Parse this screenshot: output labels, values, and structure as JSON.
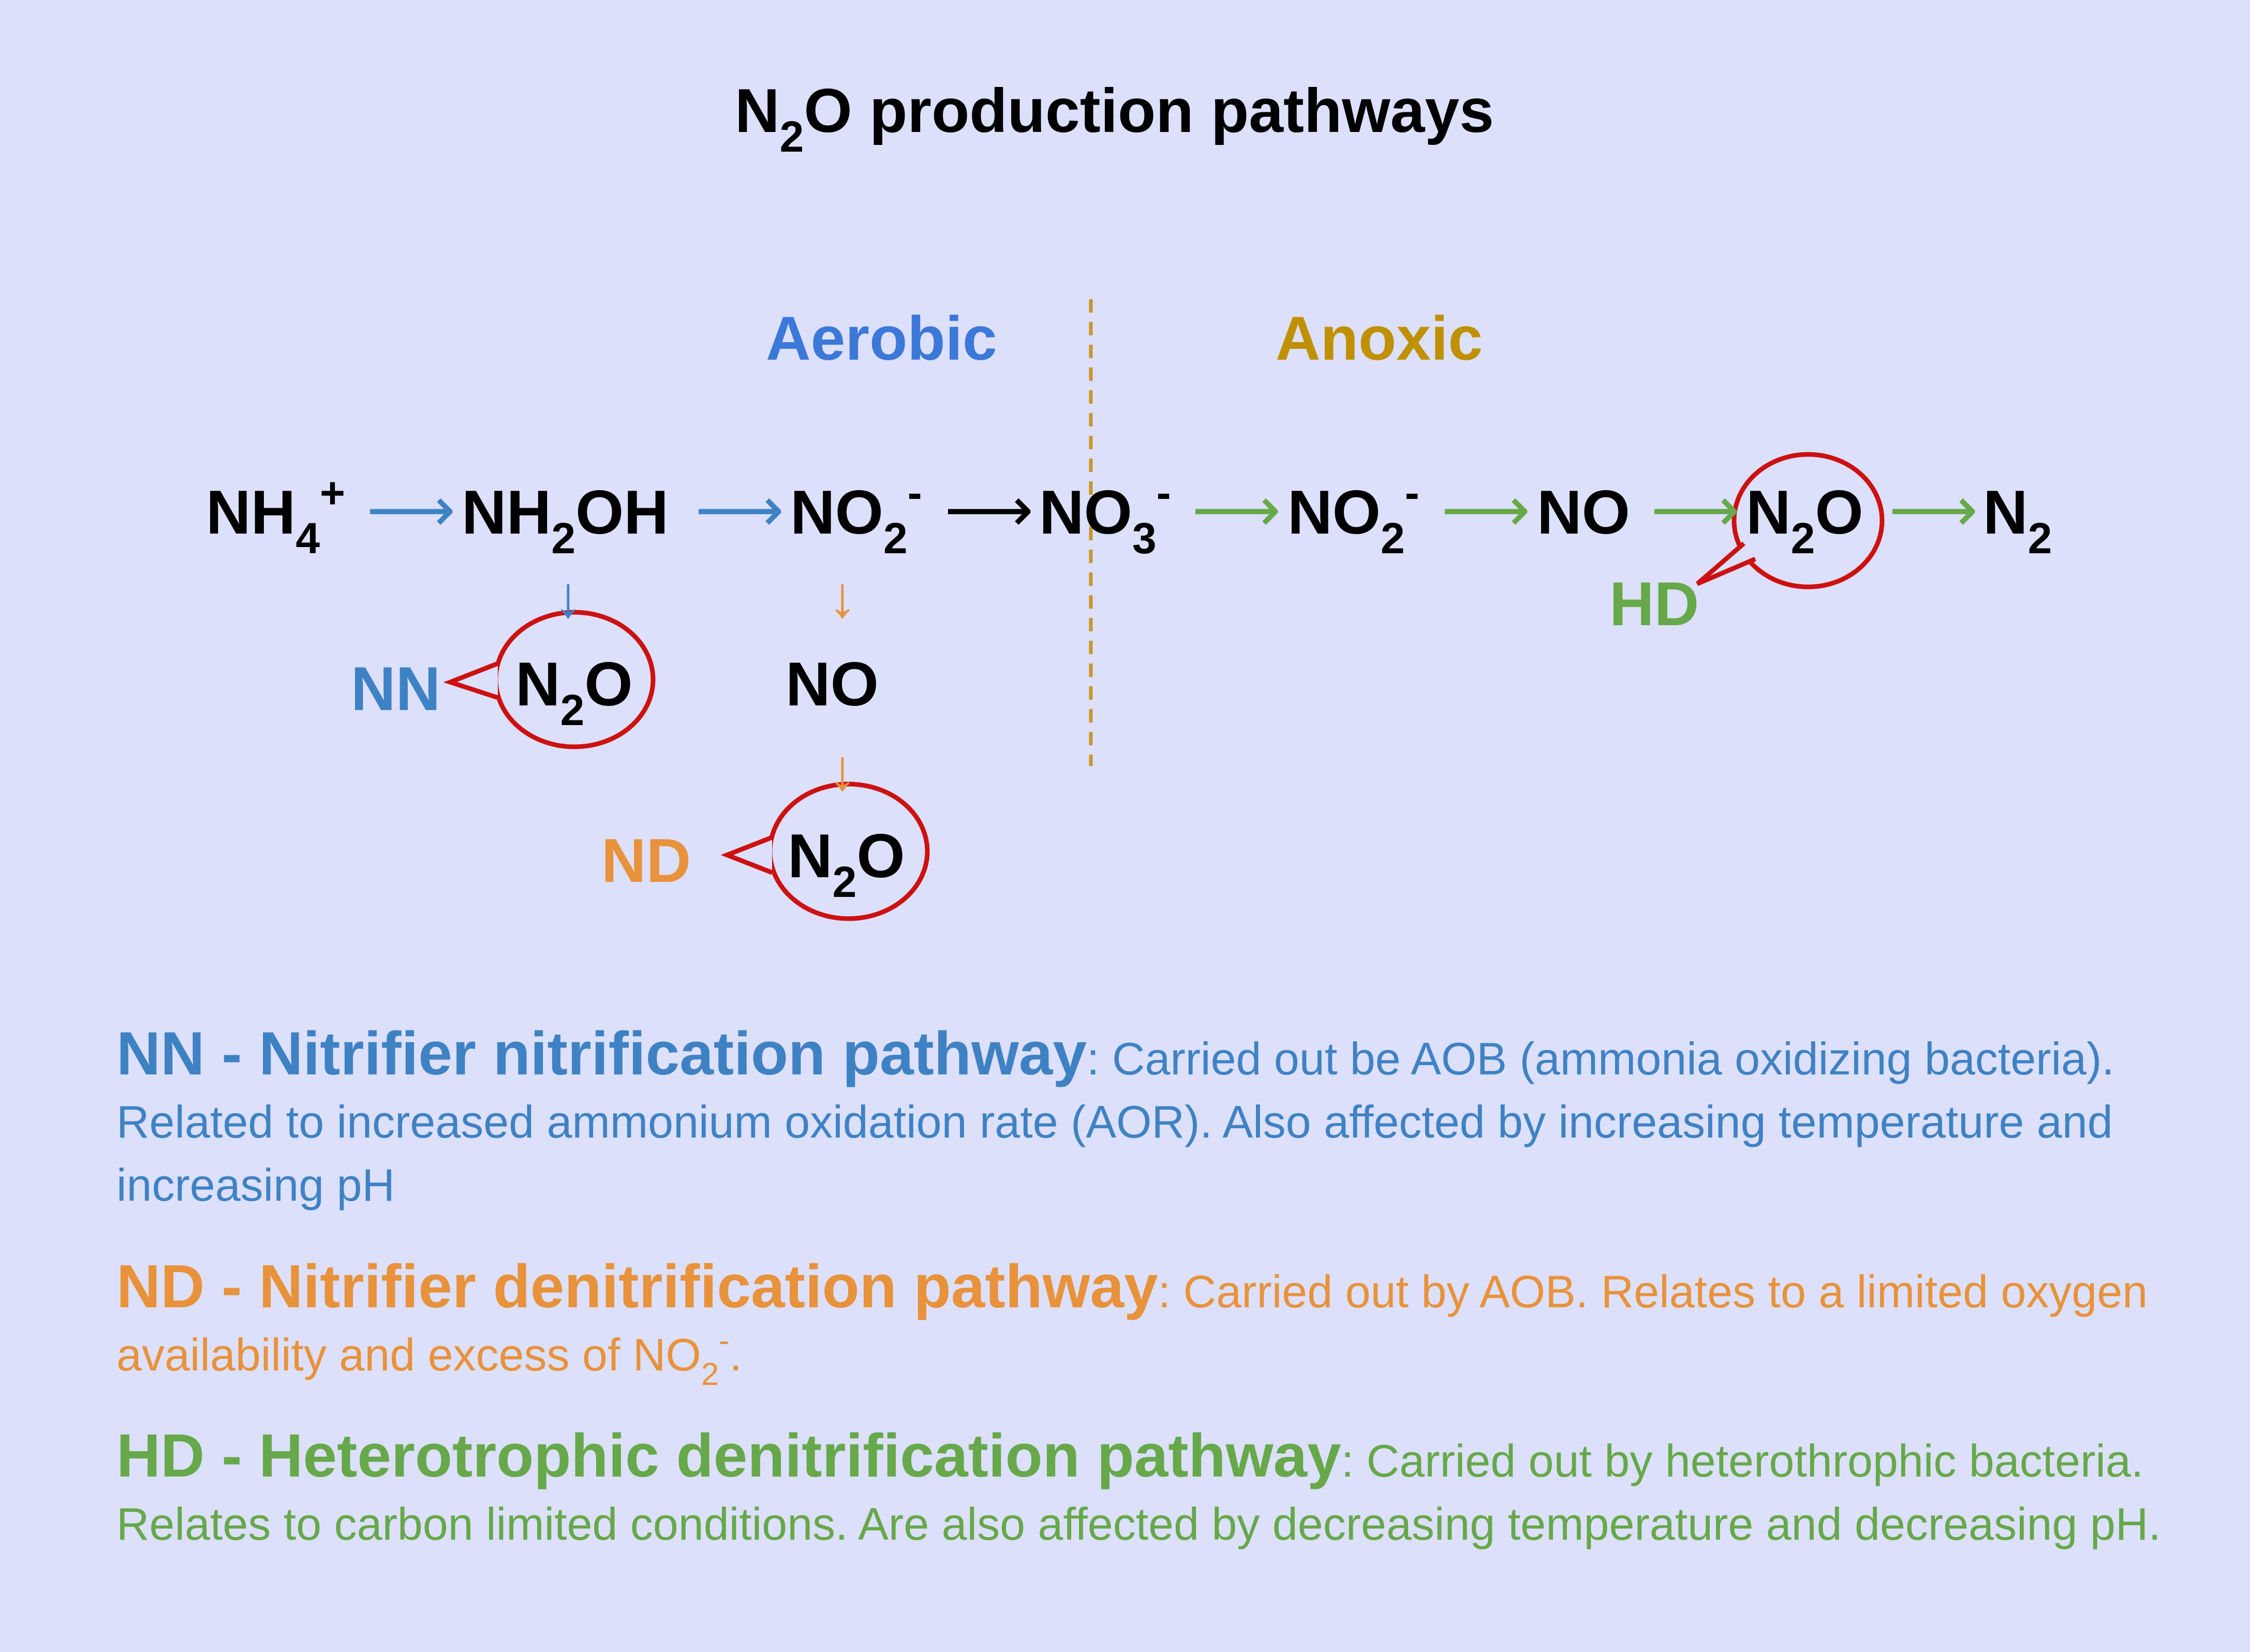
{
  "title": {
    "pre": "N",
    "sub": "2",
    "post": "O production pathways"
  },
  "regions": {
    "aerobic": "Aerobic",
    "anoxic": "Anoxic"
  },
  "colors": {
    "background": "#dce0fa",
    "nn": "#3f82c4",
    "nd": "#e8923b",
    "hd": "#66a84a",
    "aerobic": "#3c78d8",
    "anoxic": "#bf9000",
    "bubble": "#cc1111",
    "divider": "#c9962a"
  },
  "chain": {
    "nh4": {
      "base": "NH",
      "sub": "4",
      "sup": "+"
    },
    "nh2oh": {
      "pre": "NH",
      "sub": "2",
      "post": "OH"
    },
    "no2_aerobic": {
      "base": "NO",
      "sub": "2",
      "sup": "-"
    },
    "no3": {
      "base": "NO",
      "sub": "3",
      "sup": "-"
    },
    "no2_anoxic": {
      "base": "NO",
      "sub": "2",
      "sup": "-"
    },
    "no": "NO",
    "n2o": {
      "pre": "N",
      "sub": "2",
      "post": "O"
    },
    "n2": {
      "base": "N",
      "sub": "2"
    }
  },
  "arrow_glyph": "⟶",
  "down_arrow_glyph": "↓",
  "branches": {
    "nn": {
      "label": "NN",
      "product": {
        "pre": "N",
        "sub": "2",
        "post": "O"
      }
    },
    "nd": {
      "intermediate": "NO",
      "label": "ND",
      "product": {
        "pre": "N",
        "sub": "2",
        "post": "O"
      }
    },
    "hd": {
      "label": "HD"
    }
  },
  "descriptions": {
    "nn": {
      "head": "NN - Nitrifier nitrification pathway",
      "colon": ":",
      "text": " Carried out be AOB (ammonia oxidizing bacteria). Related to increased ammonium oxidation rate (AOR). Also affected by increasing temperature and increasing pH"
    },
    "nd": {
      "head": "ND - Nitrifier denitrification pathway",
      "colon": ":",
      "text": " Carried out by AOB. Relates to a limited oxygen availability and excess of NO",
      "sub": "2",
      "sup": "-",
      "end": "."
    },
    "hd": {
      "head": "HD - Heterotrophic denitrification pathway",
      "colon": ":",
      "text": " Carried out by heterothrophic bacteria. Relates to carbon limited conditions. Are also affected by decreasing temperature and decreasing pH."
    }
  }
}
